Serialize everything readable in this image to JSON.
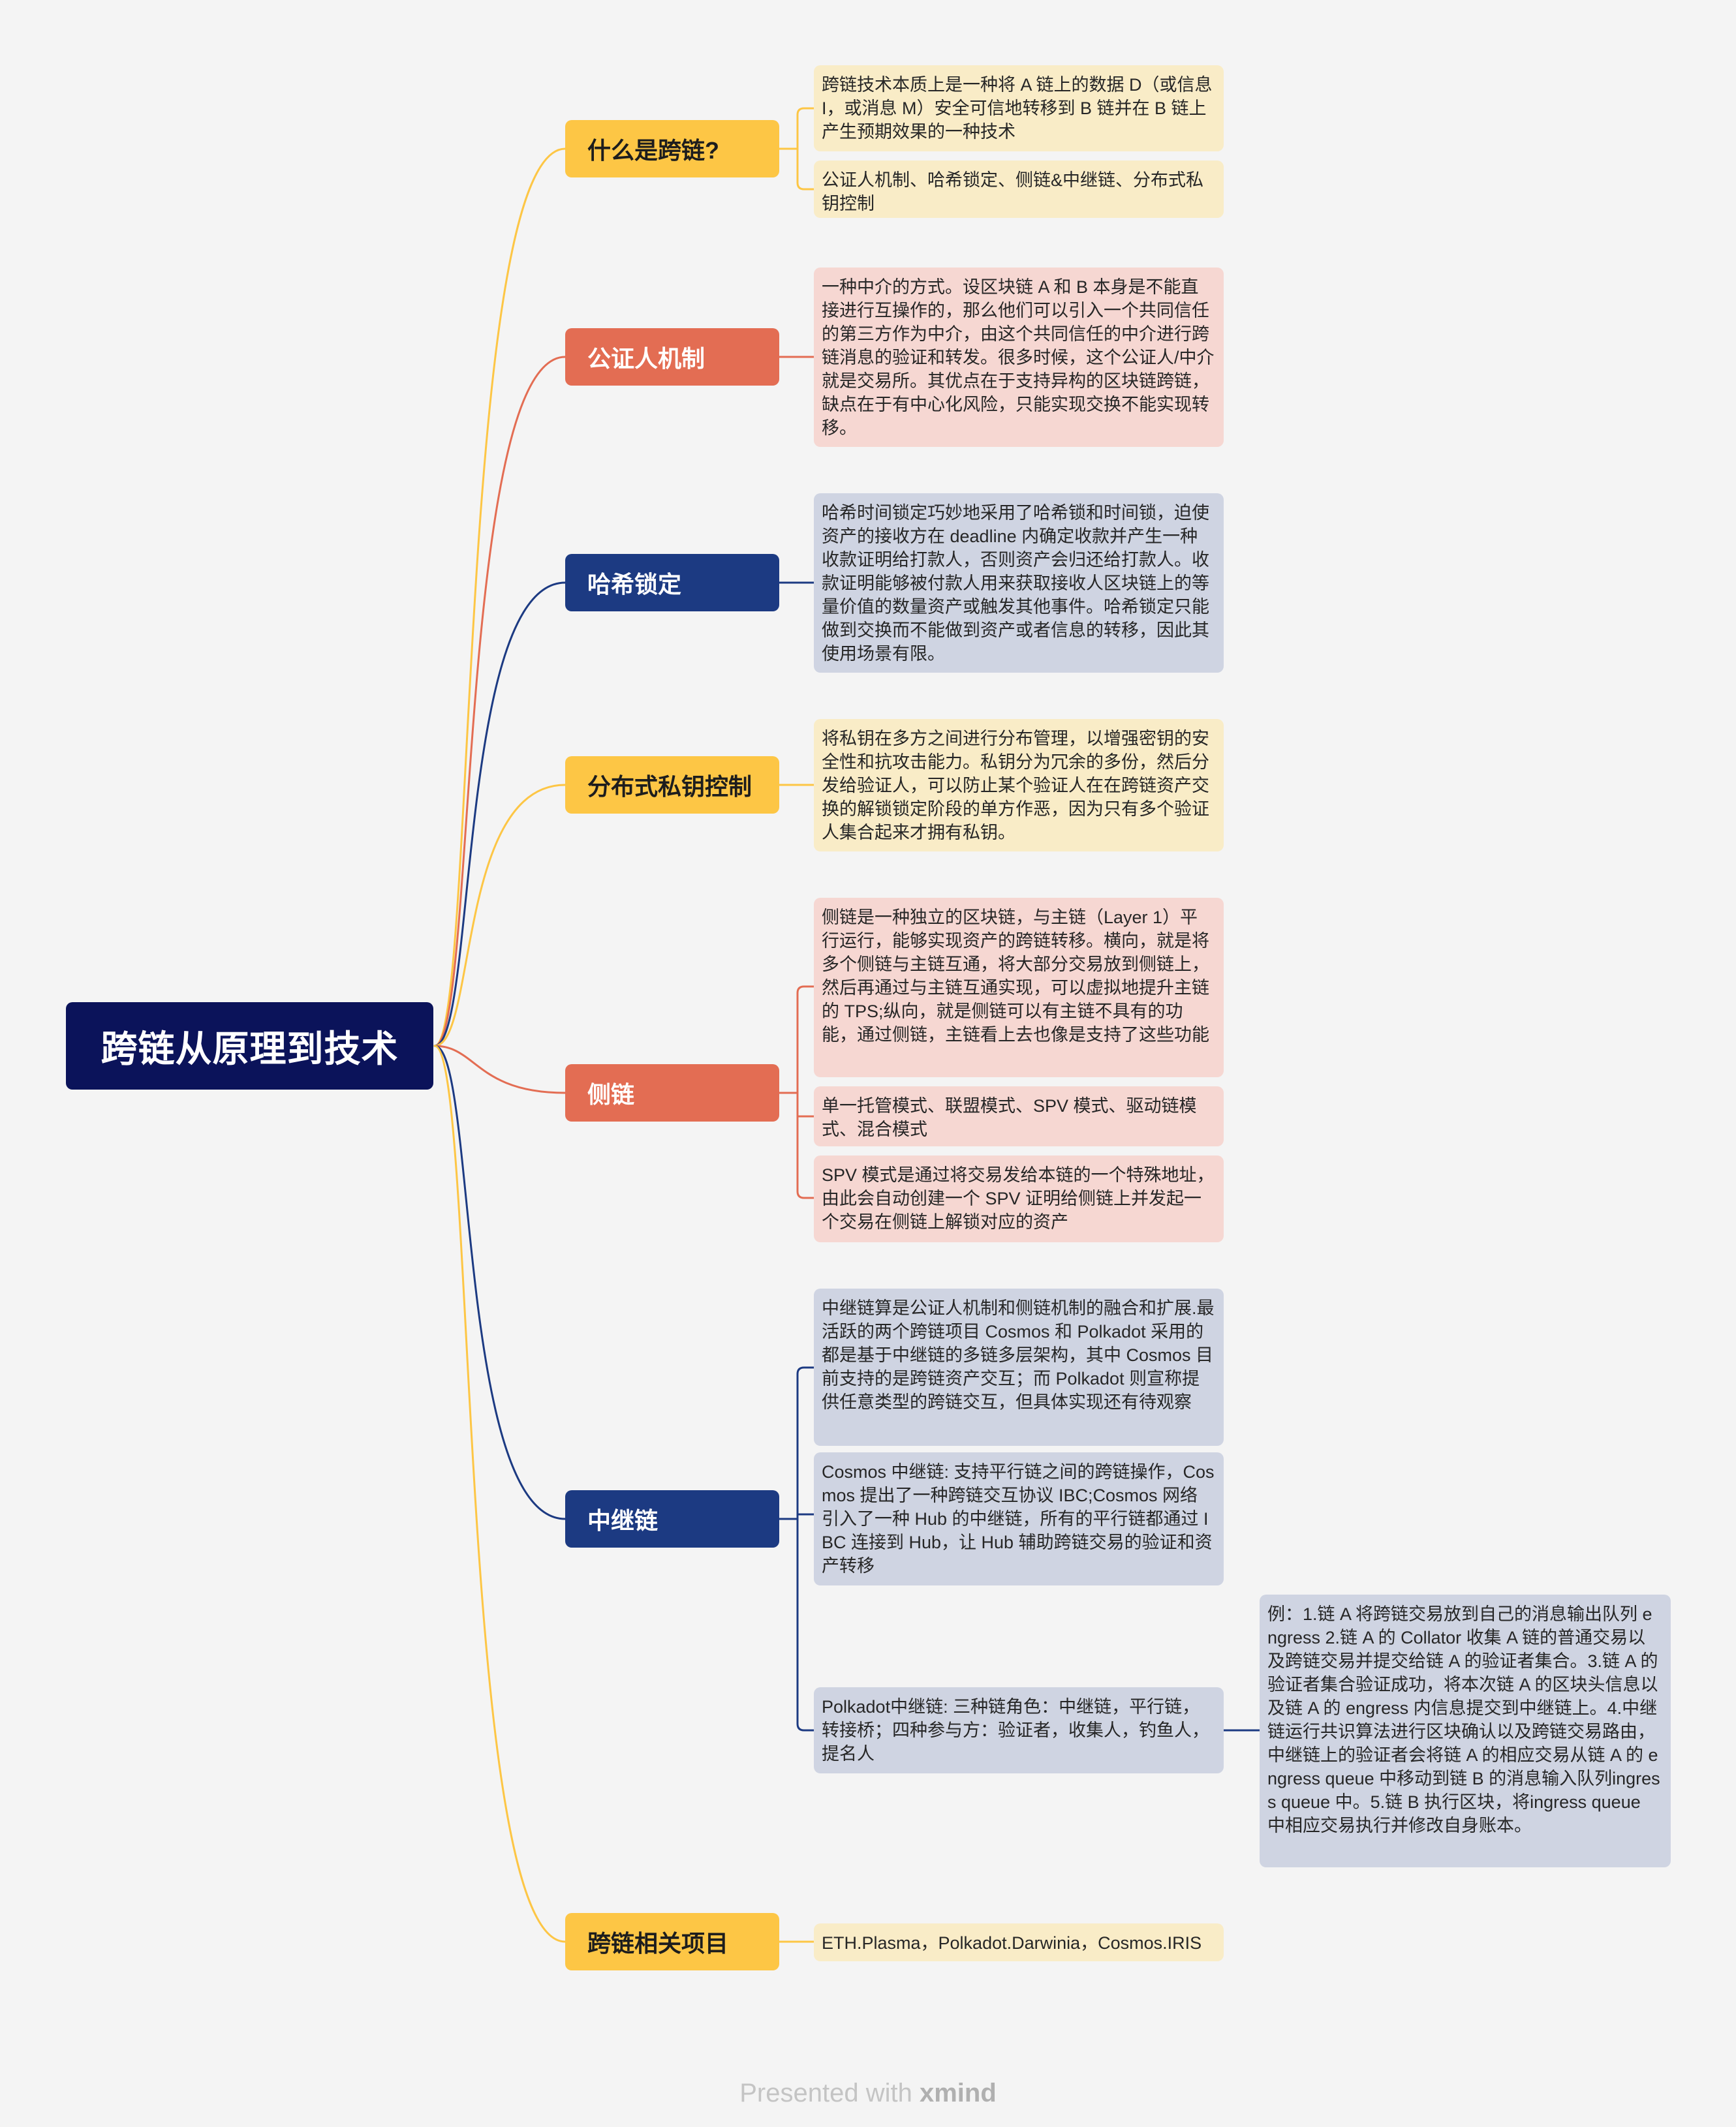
{
  "root": {
    "title": "跨链从原理到技术"
  },
  "colors": {
    "yellow": "#fdc645",
    "red": "#e36d53",
    "navy": "#1c3a82",
    "root": "#0b135a"
  },
  "topics": [
    {
      "label": "什么是跨链?",
      "notes": [
        "跨链技术本质上是一种将 A 链上的数据 D（或信息 I，或消息 M）安全可信地转移到 B 链并在 B 链上产生预期效果的一种技术",
        "公证人机制、哈希锁定、侧链&中继链、分布式私钥控制"
      ]
    },
    {
      "label": "公证人机制",
      "notes": [
        "一种中介的方式。设区块链 A 和 B 本身是不能直接进行互操作的，那么他们可以引入一个共同信任的第三方作为中介，由这个共同信任的中介进行跨链消息的验证和转发。很多时候，这个公证人/中介就是交易所。其优点在于支持异构的区块链跨链，缺点在于有中心化风险，只能实现交换不能实现转移。"
      ]
    },
    {
      "label": "哈希锁定",
      "notes": [
        "哈希时间锁定巧妙地采用了哈希锁和时间锁，迫使资产的接收方在 deadline 内确定收款并产生一种收款证明给打款人，否则资产会归还给打款人。收款证明能够被付款人用来获取接收人区块链上的等量价值的数量资产或触发其他事件。哈希锁定只能做到交换而不能做到资产或者信息的转移，因此其使用场景有限。"
      ]
    },
    {
      "label": "分布式私钥控制",
      "notes": [
        "将私钥在多方之间进行分布管理，以增强密钥的安全性和抗攻击能力。私钥分为冗余的多份，然后分发给验证人，可以防止某个验证人在在跨链资产交换的解锁锁定阶段的单方作恶，因为只有多个验证人集合起来才拥有私钥。"
      ]
    },
    {
      "label": "侧链",
      "notes": [
        "侧链是一种独立的区块链，与主链（Layer 1）平行运行，能够实现资产的跨链转移。横向，就是将多个侧链与主链互通，将大部分交易放到侧链上，然后再通过与主链互通实现，可以虚拟地提升主链的 TPS;纵向，就是侧链可以有主链不具有的功能，通过侧链，主链看上去也像是支持了这些功能",
        "单一托管模式、联盟模式、SPV 模式、驱动链模式、混合模式",
        "SPV 模式是通过将交易发给本链的一个特殊地址，由此会自动创建一个 SPV 证明给侧链上并发起一个交易在侧链上解锁对应的资产"
      ]
    },
    {
      "label": "中继链",
      "notes": [
        "中继链算是公证人机制和侧链机制的融合和扩展.最活跃的两个跨链项目 Cosmos 和 Polkadot 采用的都是基于中继链的多链多层架构，其中 Cosmos 目前支持的是跨链资产交互；而 Polkadot 则宣称提供任意类型的跨链交互，但具体实现还有待观察",
        "Cosmos 中继链: 支持平行链之间的跨链操作，Cosmos 提出了一种跨链交互协议 IBC;Cosmos 网络引入了一种 Hub 的中继链，所有的平行链都通过 IBC 连接到 Hub，让 Hub 辅助跨链交易的验证和资产转移",
        "Polkadot中继链: 三种链角色：中继链，平行链，转接桥；四种参与方：验证者，收集人，钓鱼人，提名人"
      ],
      "detail": "例：1.链 A 将跨链交易放到自己的消息输出队列 engress 2.链 A 的 Collator 收集 A 链的普通交易以及跨链交易并提交给链 A 的验证者集合。3.链 A 的验证者集合验证成功，将本次链 A 的区块头信息以及链 A 的 engress 内信息提交到中继链上。4.中继链运行共识算法进行区块确认以及跨链交易路由，中继链上的验证者会将链 A 的相应交易从链 A 的 engress queue 中移动到链 B 的消息输入队列ingress queue 中。5.链 B 执行区块，将ingress queue 中相应交易执行并修改自身账本。"
    },
    {
      "label": "跨链相关项目",
      "notes": [
        "ETH.Plasma，Polkadot.Darwinia，Cosmos.IRIS"
      ]
    }
  ],
  "footer": {
    "prefix": "Presented with",
    "brand": "xmind"
  }
}
